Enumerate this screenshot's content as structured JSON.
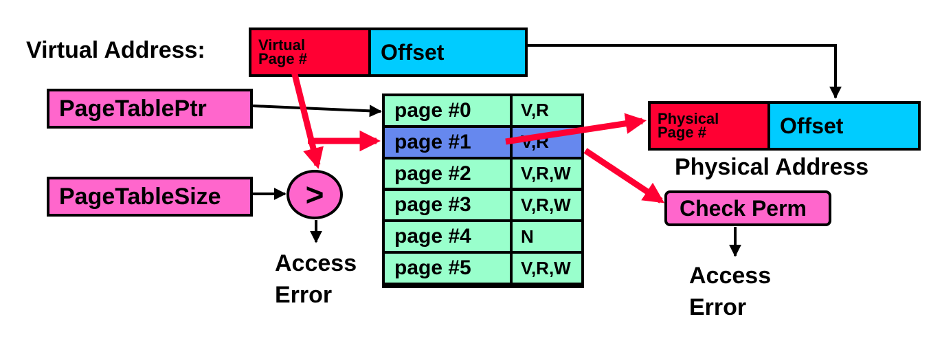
{
  "virtual_address": {
    "label": "Virtual Address:",
    "vpn_label_line1": "Virtual",
    "vpn_label_line2": "Page #",
    "offset_label": "Offset"
  },
  "registers": {
    "page_table_ptr": "PageTablePtr",
    "page_table_size": "PageTableSize"
  },
  "comparator": {
    "symbol": ">"
  },
  "page_table": {
    "rows": [
      {
        "page": "page #0",
        "perm": "V,R",
        "highlighted": false
      },
      {
        "page": "page #1",
        "perm": "V,R",
        "highlighted": true
      },
      {
        "page": "page #2",
        "perm": "V,R,W",
        "highlighted": false
      },
      {
        "page": "page #3",
        "perm": "V,R,W",
        "highlighted": false
      },
      {
        "page": "page #4",
        "perm": "N",
        "highlighted": false
      },
      {
        "page": "page #5",
        "perm": "V,R,W",
        "highlighted": false
      }
    ]
  },
  "physical_address": {
    "ppn_label_line1": "Physical",
    "ppn_label_line2": "Page #",
    "offset_label": "Offset",
    "label": "Physical Address"
  },
  "check_perm": {
    "label": "Check Perm"
  },
  "errors": {
    "left_line1": "Access",
    "left_line2": "Error",
    "right_line1": "Access",
    "right_line2": "Error"
  },
  "colors": {
    "red": "#ff0033",
    "cyan": "#00ccff",
    "pink": "#ff66cc",
    "table_row": "#99ffcc",
    "table_highlight": "#6688ee",
    "arrow_red": "#ff0033"
  }
}
